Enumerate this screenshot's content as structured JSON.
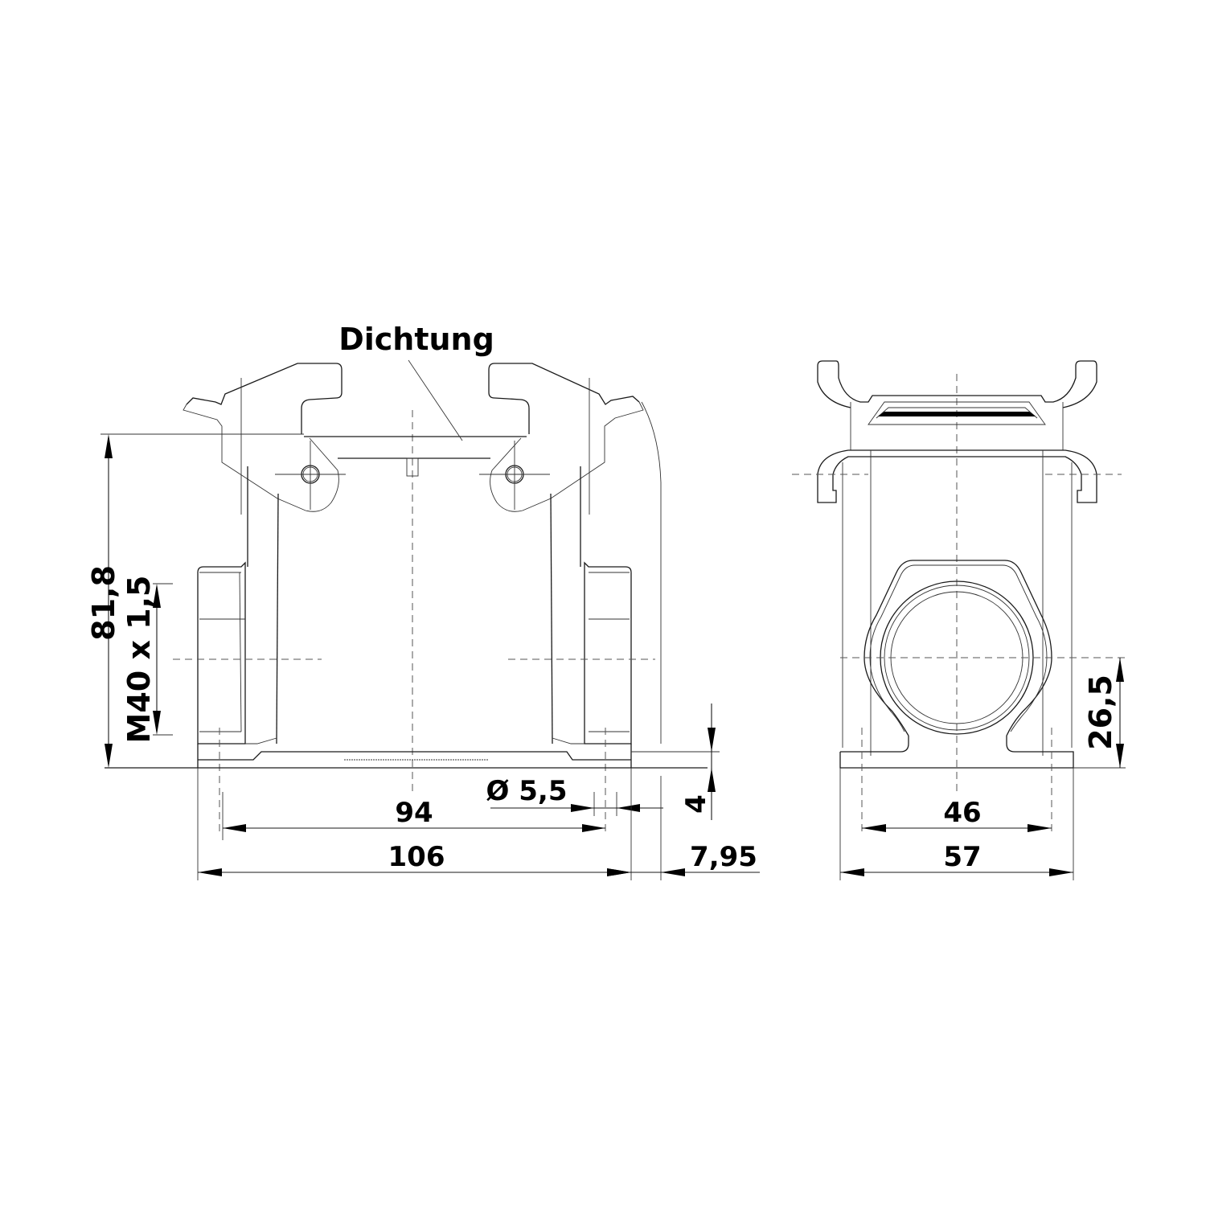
{
  "drawing": {
    "title_label": "Dichtung",
    "front_view": {
      "dimensions": {
        "overall_height": "81,8",
        "thread": "M40 x 1,5",
        "hole_diameter": "Ø 5,5",
        "hole_spacing": "94",
        "overall_width": "106",
        "base_thickness": "4",
        "lever_offset": "7,95"
      }
    },
    "side_view": {
      "dimensions": {
        "thread_center_height": "26,5",
        "hole_spacing": "46",
        "overall_width": "57"
      }
    }
  }
}
